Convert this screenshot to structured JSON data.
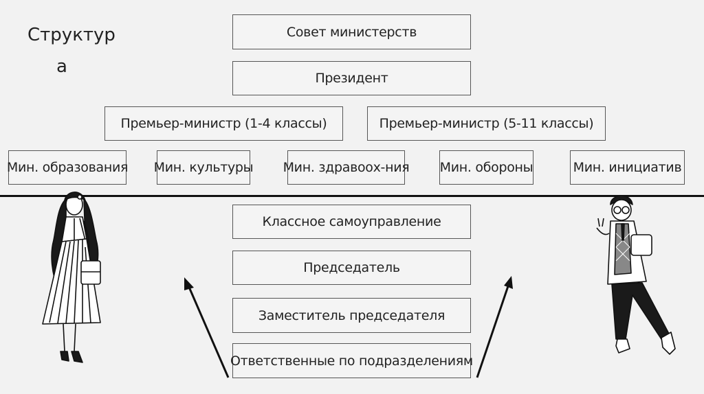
{
  "title": {
    "line1": "Структур",
    "line2": "а"
  },
  "top": {
    "council": "Совет министерств",
    "president": "Президент",
    "pm_primary": "Премьер-министр (1-4 классы)",
    "pm_senior": "Премьер-министр (5-11 классы)"
  },
  "ministries": [
    "Мин. образования",
    "Мин. культуры",
    "Мин. здравоох-ния",
    "Мин. обороны",
    "Мин. инициатив"
  ],
  "class": {
    "self_gov": "Классное самоуправление",
    "chair": "Председатель",
    "deputy": "Заместитель председателя",
    "responsible": "Ответственные по подразделениям"
  }
}
